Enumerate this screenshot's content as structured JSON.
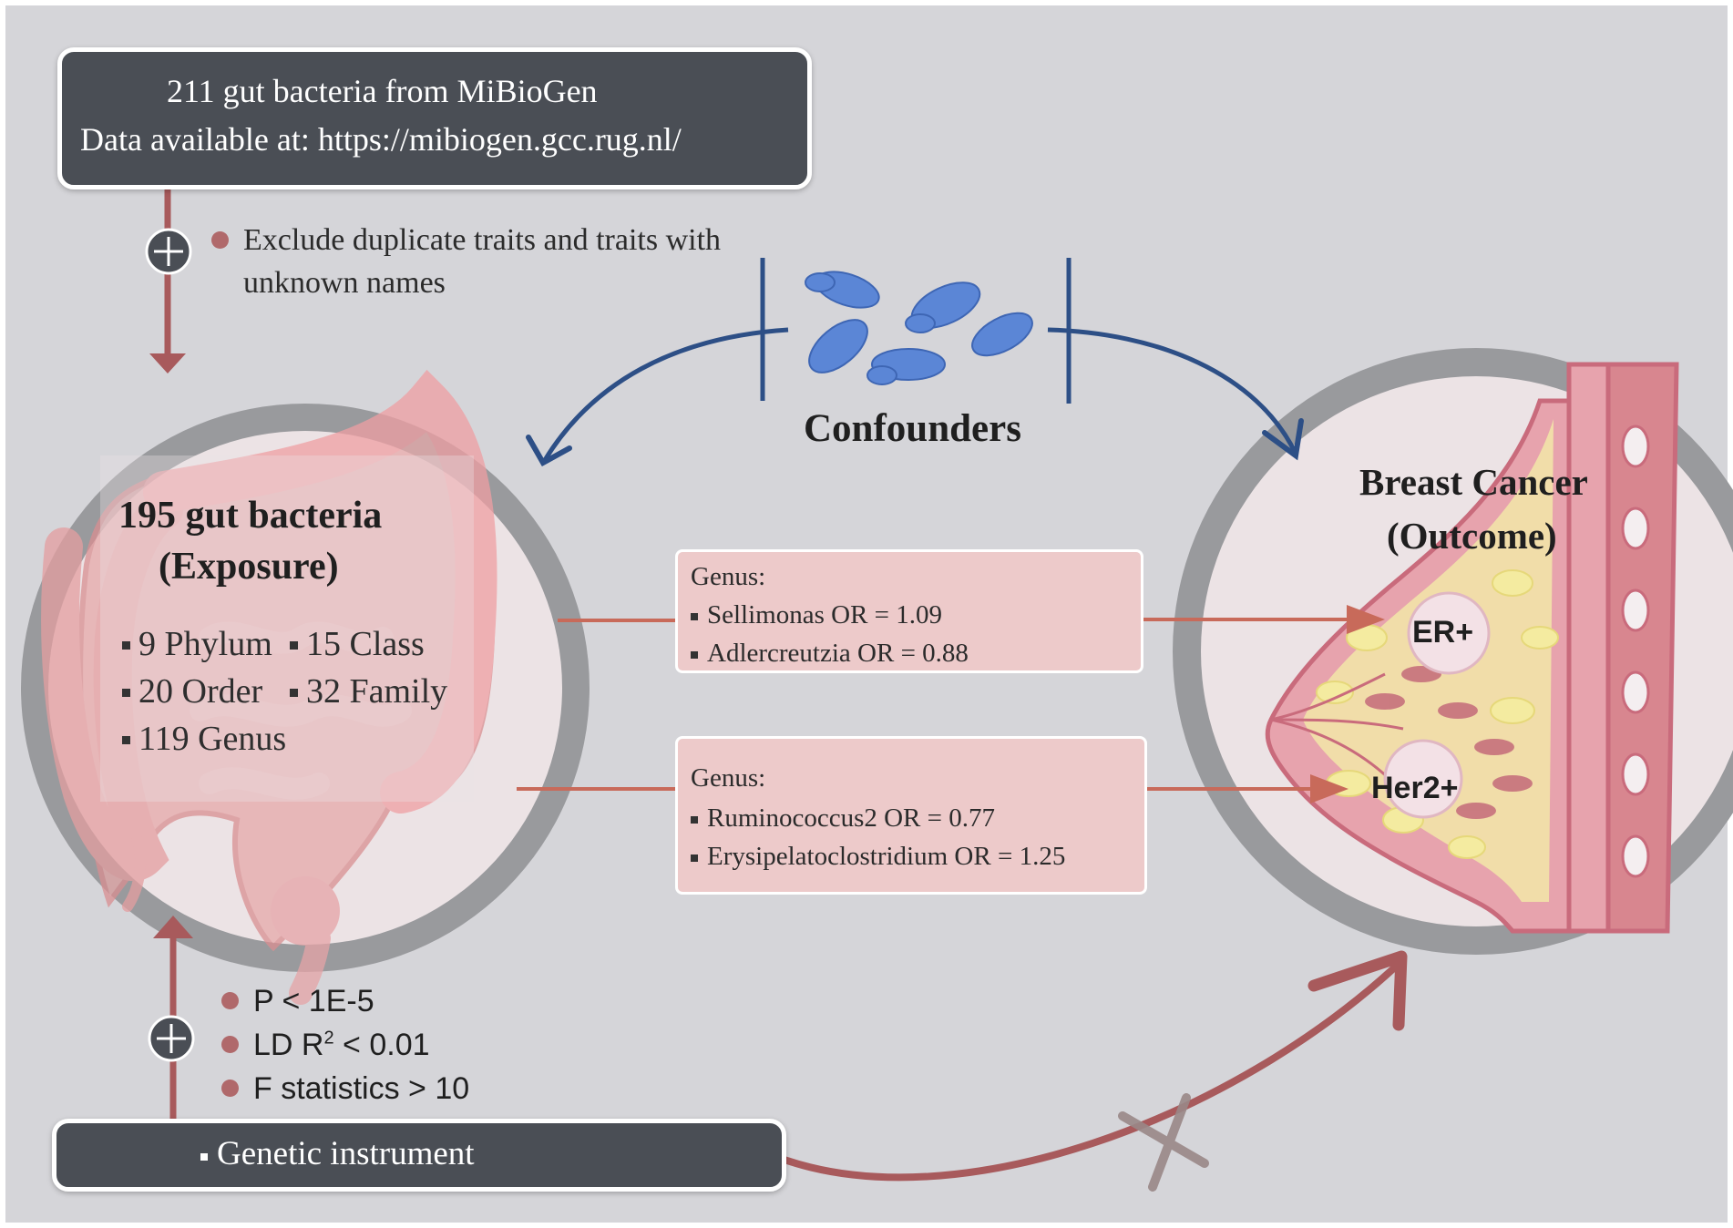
{
  "source_box": {
    "line1": "211 gut bacteria from MiBioGen",
    "line2": "Data available at: https://mibiogen.gcc.rug.nl/"
  },
  "exclusion_note": {
    "line1": "Exclude duplicate traits and traits with",
    "line2": "unknown names"
  },
  "confounders_label": "Confounders",
  "exposure": {
    "title": "195 gut bacteria",
    "subtitle": "(Exposure)",
    "items": [
      "9 Phylum",
      "15 Class",
      "20 Order",
      "32 Family",
      "119 Genus"
    ]
  },
  "outcome": {
    "title": "Breast Cancer",
    "subtitle": "(Outcome)",
    "subtypes": [
      "ER+",
      "Her2+"
    ]
  },
  "results": [
    {
      "header": "Genus:",
      "entries": [
        "Sellimonas  OR = 1.09",
        "Adlercreutzia  OR = 0.88"
      ]
    },
    {
      "header": "Genus:",
      "entries": [
        "Ruminococcus2 OR = 0.77",
        "Erysipelatoclostridium OR = 1.25"
      ]
    }
  ],
  "criteria": {
    "items": [
      "P < 1E-5",
      "LD R",
      "F statistics > 10"
    ],
    "ld_superscript": "2",
    "ld_rest": " < 0.01"
  },
  "instrument_box": "Genetic instrument",
  "colors": {
    "background": "#d5d5d9",
    "dark_box": "#4a4e55",
    "pink_box": "#edcaca",
    "arrow_red": "#a85a5c",
    "arrow_blue": "#2d4f86",
    "bacteria_blue": "#5b86d6",
    "ring_gray": "#9d9d9d",
    "circle_fill": "#ece3e5"
  }
}
